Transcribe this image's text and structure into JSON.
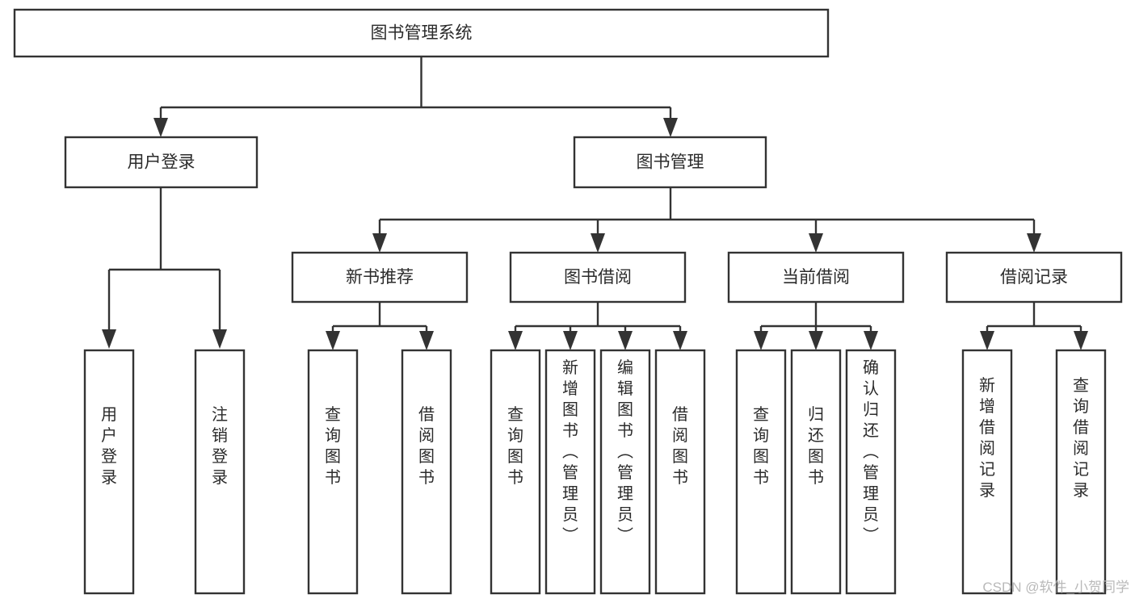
{
  "diagram": {
    "type": "tree",
    "title": "图书管理系统",
    "root": {
      "id": "root",
      "label": "图书管理系统",
      "orientation": "horizontal"
    },
    "level2": [
      {
        "id": "user-login",
        "label": "用户登录",
        "orientation": "horizontal"
      },
      {
        "id": "book-manage",
        "label": "图书管理",
        "orientation": "horizontal"
      }
    ],
    "level3": [
      {
        "id": "new-book-recommend",
        "label": "新书推荐",
        "orientation": "horizontal",
        "parent": "book-manage"
      },
      {
        "id": "book-borrow",
        "label": "图书借阅",
        "orientation": "horizontal",
        "parent": "book-manage"
      },
      {
        "id": "current-borrow",
        "label": "当前借阅",
        "orientation": "horizontal",
        "parent": "book-manage"
      },
      {
        "id": "borrow-record",
        "label": "借阅记录",
        "orientation": "horizontal",
        "parent": "book-manage"
      }
    ],
    "leaves": [
      {
        "id": "leaf-user-login",
        "label": "用户登录",
        "orientation": "vertical",
        "parent": "user-login"
      },
      {
        "id": "leaf-user-logout",
        "label": "注销登录",
        "orientation": "vertical",
        "parent": "user-login"
      },
      {
        "id": "leaf-query-book-1",
        "label": "查询图书",
        "orientation": "vertical",
        "parent": "new-book-recommend"
      },
      {
        "id": "leaf-borrow-book-1",
        "label": "借阅图书",
        "orientation": "vertical",
        "parent": "new-book-recommend"
      },
      {
        "id": "leaf-query-book-2",
        "label": "查询图书",
        "orientation": "vertical",
        "parent": "book-borrow"
      },
      {
        "id": "leaf-add-book",
        "label": "新增图书（管理员）",
        "orientation": "vertical",
        "parent": "book-borrow"
      },
      {
        "id": "leaf-edit-book",
        "label": "编辑图书（管理员）",
        "orientation": "vertical",
        "parent": "book-borrow"
      },
      {
        "id": "leaf-borrow-book-2",
        "label": "借阅图书",
        "orientation": "vertical",
        "parent": "book-borrow"
      },
      {
        "id": "leaf-query-book-3",
        "label": "查询图书",
        "orientation": "vertical",
        "parent": "current-borrow"
      },
      {
        "id": "leaf-return-book",
        "label": "归还图书",
        "orientation": "vertical",
        "parent": "current-borrow"
      },
      {
        "id": "leaf-confirm-return",
        "label": "确认归还（管理员）",
        "orientation": "vertical",
        "parent": "current-borrow"
      },
      {
        "id": "leaf-add-record",
        "label": "新增借阅记录",
        "orientation": "vertical",
        "parent": "borrow-record"
      },
      {
        "id": "leaf-query-record",
        "label": "查询借阅记录",
        "orientation": "vertical",
        "parent": "borrow-record"
      }
    ]
  },
  "watermark": {
    "text": "CSDN @软件_小贺同学"
  },
  "colors": {
    "box_stroke": "#333333",
    "box_fill": "#ffffff",
    "text": "#2b2b2b",
    "watermark": "#b9b9b9",
    "background": "#ffffff"
  }
}
